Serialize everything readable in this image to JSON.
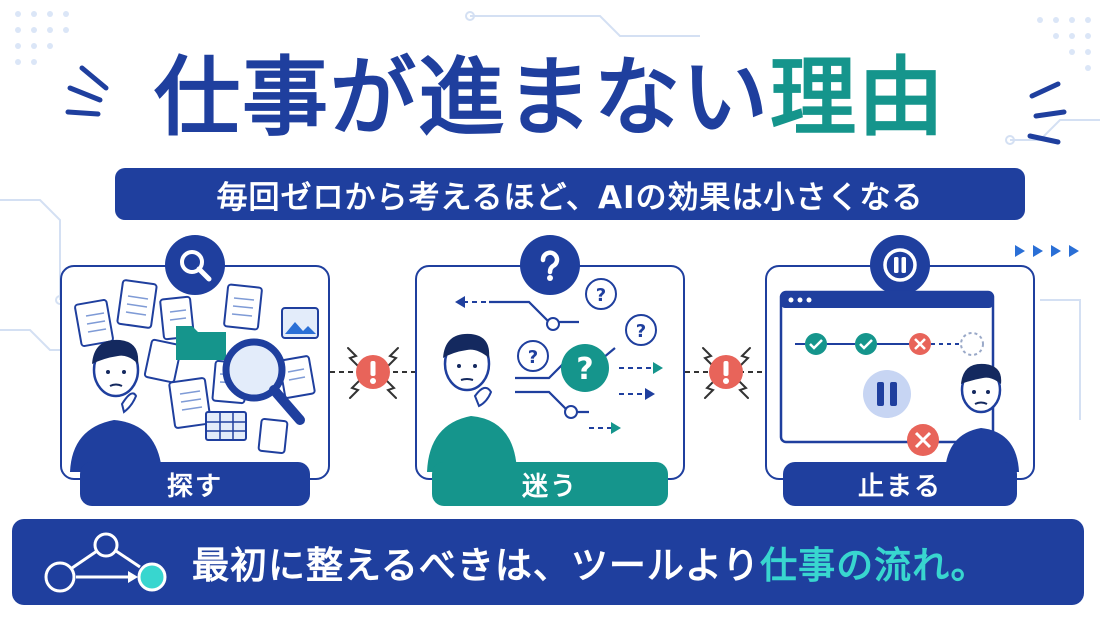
{
  "title": {
    "main": "仕事が進まない",
    "accent": "理由"
  },
  "subtitle": "毎回ゼロから考えるほど、AIの効果は小さくなる",
  "panels": [
    {
      "label": "探す",
      "icon": "magnifier-icon"
    },
    {
      "label": "迷う",
      "icon": "question-icon"
    },
    {
      "label": "止まる",
      "icon": "pause-icon"
    }
  ],
  "bottom": {
    "main": "最初に整えるべきは、ツールより",
    "accent": "仕事の流れ。",
    "icon": "flow-network-icon"
  },
  "colors": {
    "navy": "#1f3f9e",
    "teal": "#15958c",
    "alert": "#e8645a",
    "light_teal": "#38d6cf"
  }
}
